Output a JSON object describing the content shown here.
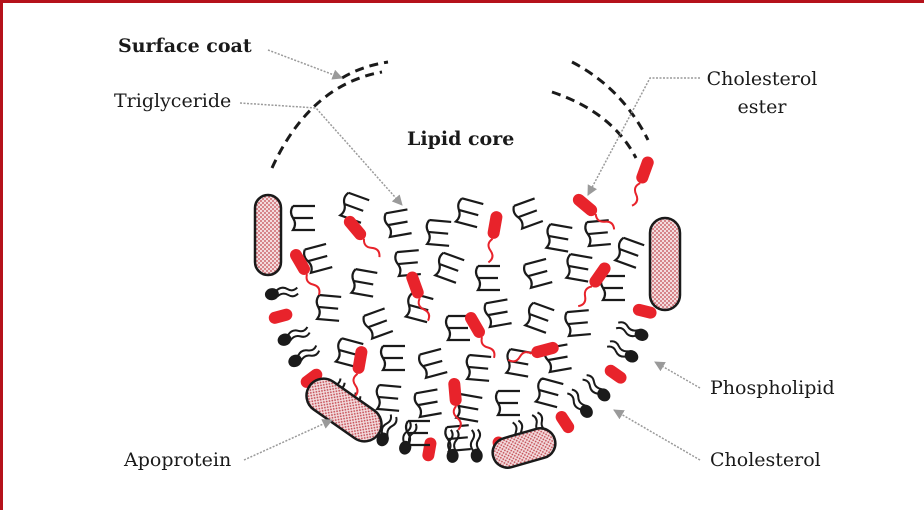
{
  "labels": {
    "surface_coat": "Surface coat",
    "triglyceride": "Triglyceride",
    "lipid_core": "Lipid core",
    "cholesterol_ester_line1": "Cholesterol",
    "cholesterol_ester_line2": "ester",
    "phospholipid": "Phospholipid",
    "cholesterol": "Cholesterol",
    "apoprotein": "Apoprotein"
  },
  "colors": {
    "frame": "#b5121b",
    "cholesterol_red": "#e8232b",
    "ink": "#1a1a1a",
    "leader": "#9a9a9a",
    "apoprotein_fill": "#d9a5aa"
  }
}
